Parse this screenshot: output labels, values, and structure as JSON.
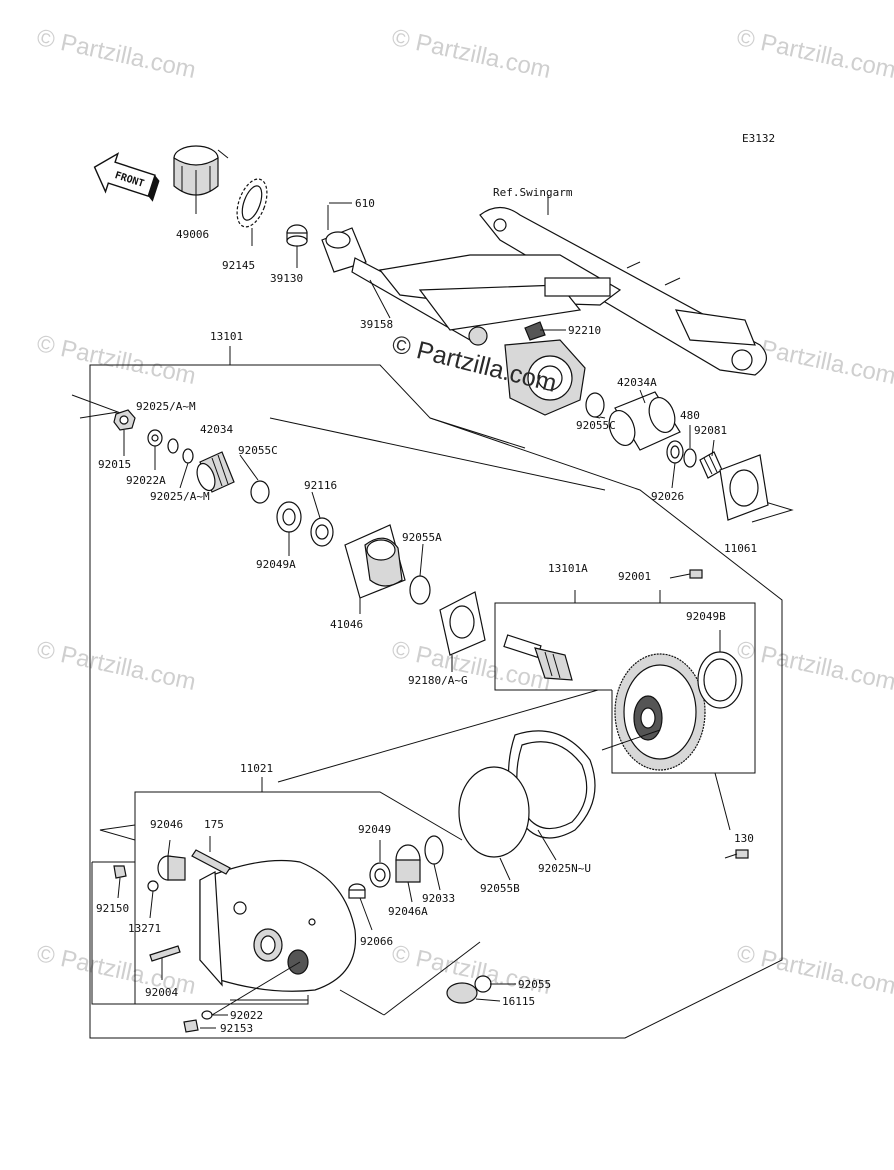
{
  "diagram_code": "E3132",
  "direction": "FRONT",
  "reference": "Ref.Swingarm",
  "watermark": "© Partzilla.com",
  "parts": {
    "p49006": "49006",
    "p92145": "92145",
    "p39130": "39130",
    "p610": "610",
    "p39158": "39158",
    "p92210": "92210",
    "p13101": "13101",
    "p92025AM_1": "92025/A~M",
    "p92015": "92015",
    "p92022A": "92022A",
    "p92025AM_2": "92025/A~M",
    "p42034": "42034",
    "p92055C_1": "92055C",
    "p92116": "92116",
    "p92049A": "92049A",
    "p41046": "41046",
    "p92055A": "92055A",
    "p42034A": "42034A",
    "p480": "480",
    "p92081": "92081",
    "p92055C_2": "92055C",
    "p92026": "92026",
    "p11061": "11061",
    "p13101A": "13101A",
    "p92001": "92001",
    "p92049B": "92049B",
    "p92180AG": "92180/A~G",
    "p11021": "11021",
    "p92046": "92046",
    "p175": "175",
    "p92049": "92049",
    "p92033": "92033",
    "p92046A": "92046A",
    "p92025NU": "92025N~U",
    "p92055B": "92055B",
    "p130": "130",
    "p92150": "92150",
    "p13271": "13271",
    "p92066": "92066",
    "p92004": "92004",
    "p92055": "92055",
    "p16115": "16115",
    "p92022": "92022",
    "p92153": "92153"
  }
}
